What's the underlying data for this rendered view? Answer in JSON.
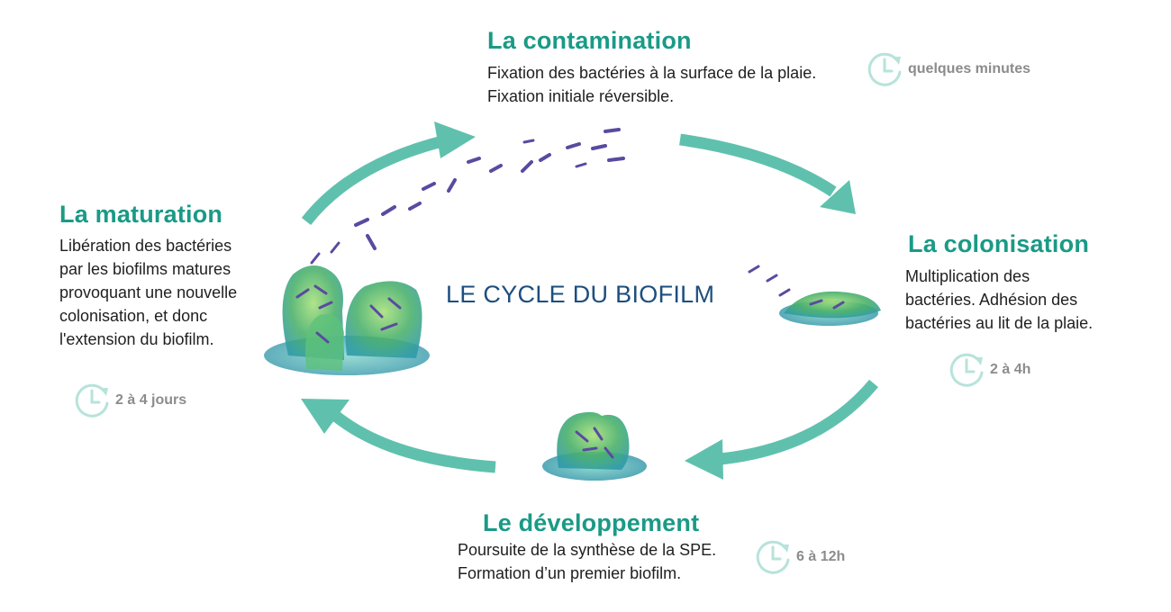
{
  "diagram": {
    "center_title": "LE CYCLE DU BIOFILM",
    "colors": {
      "title": "#1a9a86",
      "arrow": "#5fc1ad",
      "center_title": "#1d4e7e",
      "timer_icon": "#b7e3da",
      "timer_text": "#8c8c8c",
      "biofilm": "#4db36f",
      "bacteria": "#5a4aa0"
    },
    "icon": "clock-icon",
    "stages": {
      "contamination": {
        "title": "La contamination",
        "lines": [
          "Fixation des bactéries à la surface de la plaie.",
          "Fixation initiale réversible."
        ],
        "time": "quelques minutes"
      },
      "colonisation": {
        "title": "La colonisation",
        "lines": [
          "Multiplication des",
          "bactéries. Adhésion des",
          "bactéries au lit de la plaie."
        ],
        "time": "2 à 4h"
      },
      "developpement": {
        "title": "Le développement",
        "lines": [
          "Poursuite de la synthèse de la SPE.",
          "Formation d’un premier biofilm."
        ],
        "time": "6 à 12h"
      },
      "maturation": {
        "title": "La maturation",
        "lines": [
          "Libération des bactéries",
          "par les biofilms matures",
          "provoquant une nouvelle",
          "colonisation, et donc",
          "l'extension du biofilm."
        ],
        "time": "2 à 4 jours"
      }
    }
  }
}
